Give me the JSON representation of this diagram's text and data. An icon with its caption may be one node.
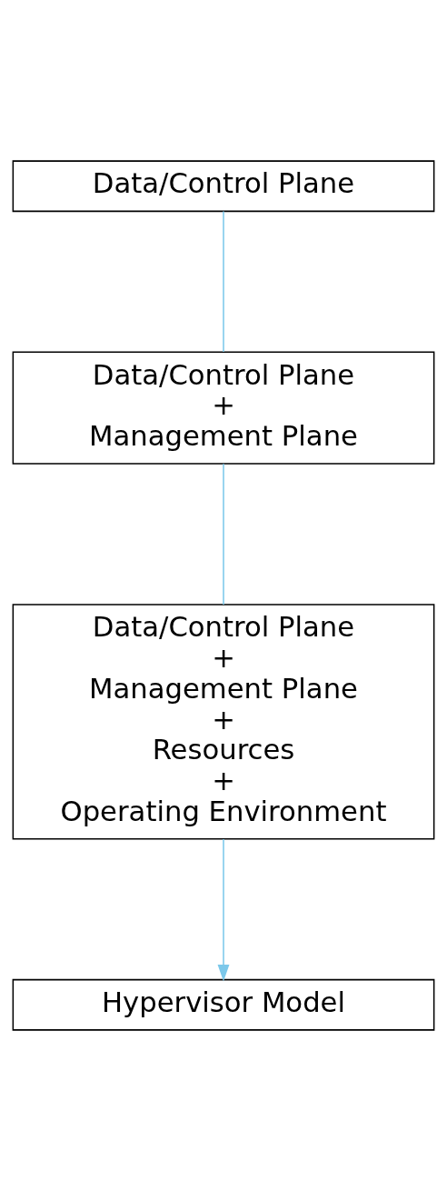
{
  "diagram": {
    "nodes": [
      {
        "text": [
          "Data/Control Plane"
        ]
      },
      {
        "text": [
          "Data/Control Plane",
          "+",
          "Management Plane"
        ]
      },
      {
        "text": [
          "Data/Control Plane",
          "+",
          "Management Plane",
          "+",
          "Resources",
          "+",
          "Operating Environment"
        ]
      },
      {
        "text": [
          "Hypervisor Model"
        ]
      }
    ],
    "edges": [
      {
        "from": 0,
        "to": 1,
        "arrow": "none"
      },
      {
        "from": 1,
        "to": 2,
        "arrow": "none"
      },
      {
        "from": 2,
        "to": 3,
        "arrow": "to"
      }
    ]
  }
}
